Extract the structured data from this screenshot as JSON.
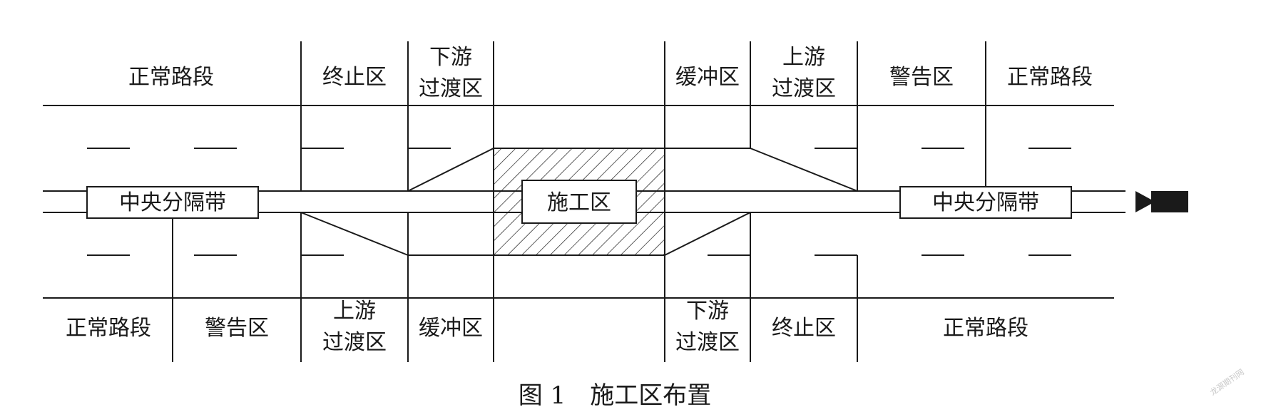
{
  "zones_top": {
    "normal_left": "正常路段",
    "termination": "终止区",
    "downstream_transition": [
      "下游",
      "过渡区"
    ],
    "buffer": "缓冲区",
    "upstream_transition": [
      "上游",
      "过渡区"
    ],
    "warning": "警告区",
    "normal_right": "正常路段"
  },
  "zones_bottom": {
    "normal_left": "正常路段",
    "warning": "警告区",
    "upstream_transition": [
      "上游",
      "过渡区"
    ],
    "buffer": "缓冲区",
    "downstream_transition": [
      "下游",
      "过渡区"
    ],
    "termination": "终止区",
    "normal_right": "正常路段"
  },
  "median_left": "中央分隔带",
  "median_right": "中央分隔带",
  "work_zone": "施工区",
  "caption": "图 1　施工区布置",
  "watermark": "龙源期刊网",
  "camera_icon": "camera-icon"
}
